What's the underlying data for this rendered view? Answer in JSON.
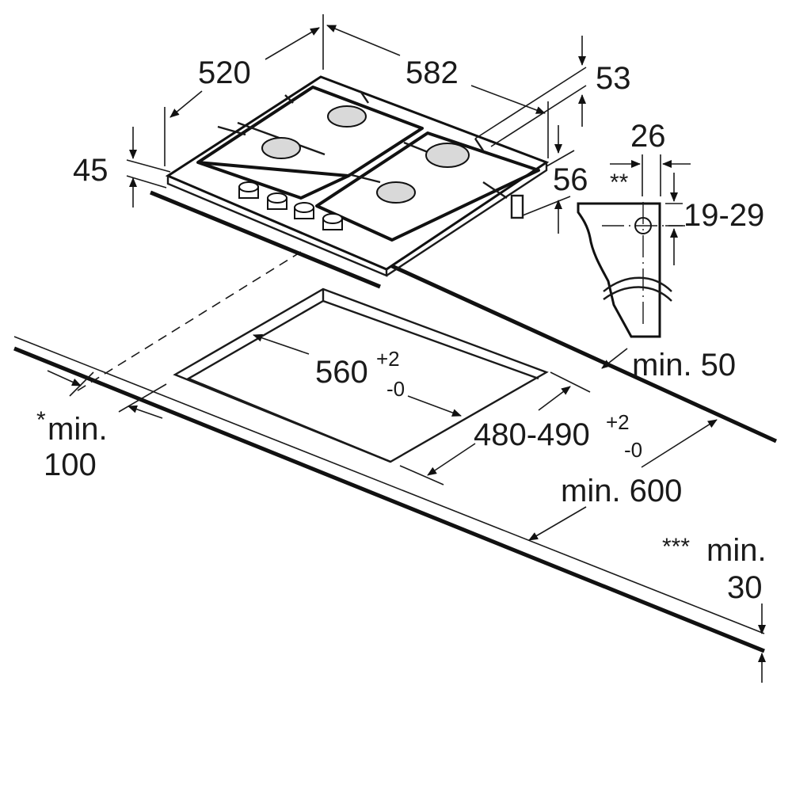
{
  "diagram": {
    "type": "hob installation dimensions",
    "units": "mm",
    "hob": {
      "width_label": "582",
      "depth_label": "520",
      "height_label": "45",
      "right_top_label": "53",
      "right_side_label": "56",
      "burner_count": 4,
      "knob_count": 4
    },
    "detail": {
      "width_label": "26",
      "marker_label": "**",
      "height_range_label": "19-29"
    },
    "cutout": {
      "width_main": "560",
      "width_tol_plus": "+2",
      "width_tol_minus": "-0",
      "depth_main": "480-490",
      "depth_tol_plus": "+2",
      "depth_tol_minus": "-0"
    },
    "clearances": {
      "back_label": "min. 50",
      "front_star": "*",
      "front_line1": "min.",
      "front_line2": "100",
      "worktop_depth": "min. 600",
      "thickness_star": "***",
      "thickness_line1": "min.",
      "thickness_line2": "30"
    },
    "colors": {
      "ink": "#1a1a1a",
      "burner_fill": "#d9d9d9",
      "background": "#ffffff"
    }
  }
}
